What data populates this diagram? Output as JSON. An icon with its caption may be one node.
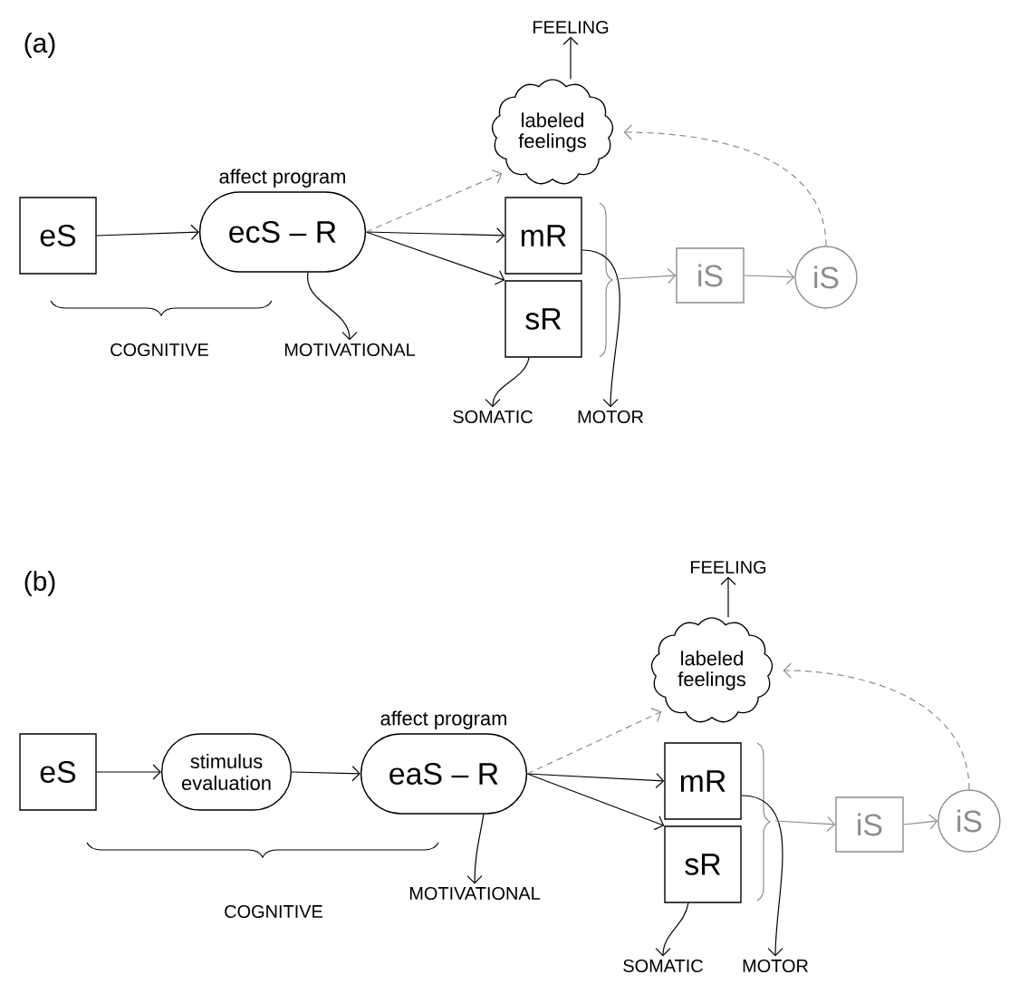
{
  "diagram": {
    "nodes": [
      {
        "text": [
          "eS"
        ]
      },
      {
        "text": [
          "ecS – R"
        ],
        "beside": [
          "affect program"
        ]
      },
      {
        "text": [
          "mR"
        ]
      },
      {
        "text": [
          "sR"
        ]
      },
      {
        "text": [
          "labeled feelings"
        ]
      },
      {
        "text": [
          "iS"
        ]
      },
      {
        "text": [
          "iS"
        ]
      },
      {
        "text": [
          "FEELING"
        ]
      },
      {
        "text": [
          "MOTIVATIONAL"
        ]
      },
      {
        "text": [
          "SOMATIC"
        ]
      },
      {
        "text": [
          "MOTOR"
        ]
      },
      {
        "text": [
          "eS"
        ]
      },
      {
        "text": [
          "stimulus evaluation"
        ]
      },
      {
        "text": [
          "eaS – R"
        ],
        "beside": [
          "affect program"
        ]
      },
      {
        "text": [
          "mR"
        ]
      },
      {
        "text": [
          "sR"
        ]
      },
      {
        "text": [
          "labeled feelings"
        ]
      },
      {
        "text": [
          "iS"
        ]
      },
      {
        "text": [
          "iS"
        ]
      },
      {
        "text": [
          "FEELING"
        ]
      },
      {
        "text": [
          "MOTIVATIONAL"
        ]
      },
      {
        "text": [
          "SOMATIC"
        ]
      },
      {
        "text": [
          "MOTOR"
        ]
      }
    ],
    "edges": [
      {
        "from": 0,
        "to": 1,
        "arrow": "to"
      },
      {
        "from": 1,
        "to": 2,
        "arrow": "to"
      },
      {
        "from": 1,
        "to": 3,
        "arrow": "to"
      },
      {
        "from": 1,
        "to": 4,
        "arrow": "to",
        "style": "dashed",
        "color": "#8c8c8c"
      },
      {
        "from": 1,
        "to": 8,
        "arrow": "to"
      },
      {
        "from": 4,
        "to": 7,
        "arrow": "to"
      },
      {
        "from": 2,
        "to": 10,
        "arrow": "to"
      },
      {
        "from": 3,
        "to": 9,
        "arrow": "to"
      },
      {
        "from": null,
        "to": 5,
        "arrow": "to",
        "color": "#8c8c8c"
      },
      {
        "from": 5,
        "to": 6,
        "arrow": "to",
        "color": "#8c8c8c"
      },
      {
        "from": 6,
        "to": 4,
        "arrow": "to",
        "style": "dashed",
        "color": "#8c8c8c"
      },
      {
        "from": 11,
        "to": 12,
        "arrow": "to"
      },
      {
        "from": 12,
        "to": 13,
        "arrow": "to"
      },
      {
        "from": 13,
        "to": 14,
        "arrow": "to"
      },
      {
        "from": 13,
        "to": 15,
        "arrow": "to"
      },
      {
        "from": 13,
        "to": 16,
        "arrow": "to",
        "style": "dashed",
        "color": "#8c8c8c"
      },
      {
        "from": 13,
        "to": 20,
        "arrow": "to"
      },
      {
        "from": 16,
        "to": 19,
        "arrow": "to"
      },
      {
        "from": 14,
        "to": 22,
        "arrow": "to"
      },
      {
        "from": 15,
        "to": 21,
        "arrow": "to"
      },
      {
        "from": null,
        "to": 17,
        "arrow": "to",
        "color": "#8c8c8c"
      },
      {
        "from": 17,
        "to": 18,
        "arrow": "to",
        "color": "#8c8c8c"
      },
      {
        "from": 18,
        "to": 16,
        "arrow": "to",
        "style": "dashed",
        "color": "#8c8c8c"
      }
    ],
    "labels": [
      "(a)",
      "COGNITIVE",
      "(b)",
      "COGNITIVE"
    ]
  }
}
